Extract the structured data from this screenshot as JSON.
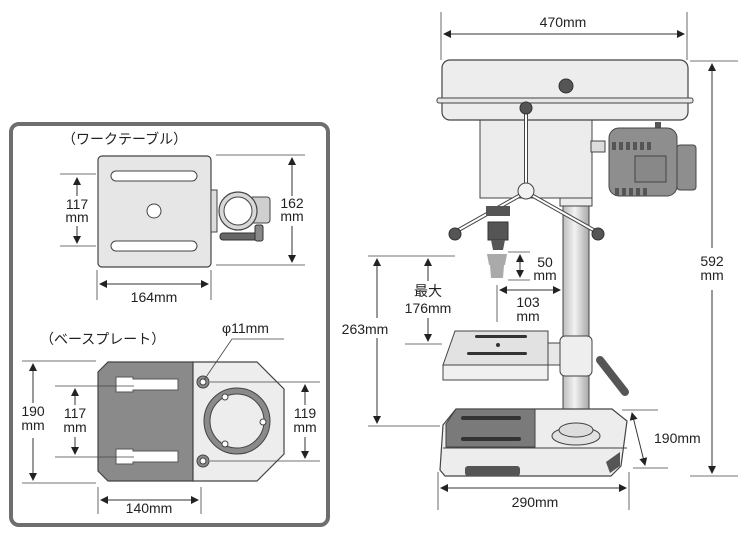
{
  "inset": {
    "work_table": {
      "title": "（ワークテーブル）",
      "dims": {
        "slot_spacing": {
          "value": "117",
          "unit": "mm"
        },
        "depth": {
          "value": "162",
          "unit": "mm"
        },
        "width": "164mm"
      }
    },
    "base_plate": {
      "title": "（ベースプレート）",
      "dims": {
        "hole_diameter": "φ11mm",
        "depth": {
          "value": "190",
          "unit": "mm"
        },
        "slot_spacing": {
          "value": "117",
          "unit": "mm"
        },
        "hole_spacing": {
          "value": "119",
          "unit": "mm"
        },
        "width": "140mm"
      }
    }
  },
  "main_view": {
    "dims": {
      "overall_width": "470mm",
      "overall_height": {
        "value": "592",
        "unit": "mm"
      },
      "stroke": {
        "value": "50",
        "unit": "mm"
      },
      "throat": {
        "value": "103",
        "unit": "mm"
      },
      "max_chuck_table": {
        "label": "最大",
        "value": "176mm"
      },
      "chuck_to_base": "263mm",
      "base_depth": "190mm",
      "base_width": "290mm"
    }
  },
  "colors": {
    "panel_border": "#6e6e6e",
    "light_part": "#eeeeee",
    "mid_part": "#d9d9d9",
    "dark_part": "#7a7a7a",
    "knob": "#555555"
  }
}
